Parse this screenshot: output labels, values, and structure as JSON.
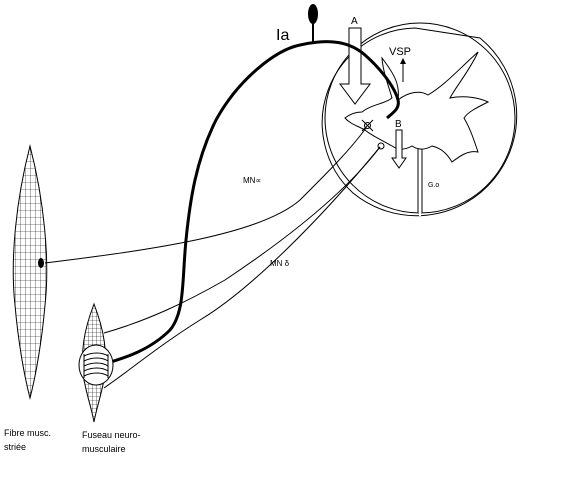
{
  "labels": {
    "ia": "Ia",
    "arrow_a": "A",
    "arrow_b": "B",
    "vsp": "VSP",
    "mn_alpha": "MN∝",
    "mn_gamma": "MN δ",
    "go": "G.o",
    "fibre_line1": "Fibre musc.",
    "fibre_line2": "striée",
    "fuseau_line1": "Fuseau neuro-",
    "fuseau_line2": "musculaire"
  },
  "colors": {
    "stroke": "#000000",
    "background": "#ffffff",
    "grid": "#000000"
  }
}
